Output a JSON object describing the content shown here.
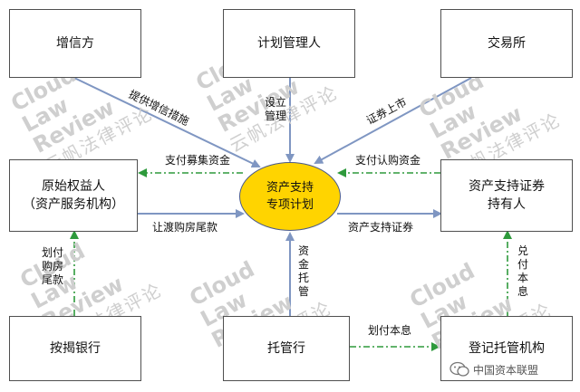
{
  "watermark": {
    "line1": "Cloud",
    "line2": "Law",
    "line3": "Review",
    "cn": "云帆法律评论"
  },
  "nodes": {
    "guarantor": "增信方",
    "manager": "计划管理人",
    "exchange": "交易所",
    "originator_line1": "原始权益人",
    "originator_line2": "（资产服务机构）",
    "spv_line1": "资产支持",
    "spv_line2": "专项计划",
    "holder_line1": "资产支持证券",
    "holder_line2": "持有人",
    "bank": "按揭银行",
    "custodian": "托管行",
    "registry": "登记托管机构"
  },
  "labels": {
    "credit_enhancement": "提供增信措施",
    "establish": "设立管理",
    "listing": "证券上市",
    "pay_raised": "支付募集资金",
    "pay_subscription": "支付认购资金",
    "transfer_tail": "让渡购房尾款",
    "abs": "资产支持证券",
    "transfer_mortgage": "划付购房尾款",
    "fund_custody": "资金托管",
    "pay_interest": "划付本息",
    "redeem": "兑付本息"
  },
  "footer": "中国资本联盟",
  "colors": {
    "spv_fill": "#ffd400",
    "solid_arrow": "#7f96c2",
    "dashed_arrow": "#2e9a3c"
  }
}
